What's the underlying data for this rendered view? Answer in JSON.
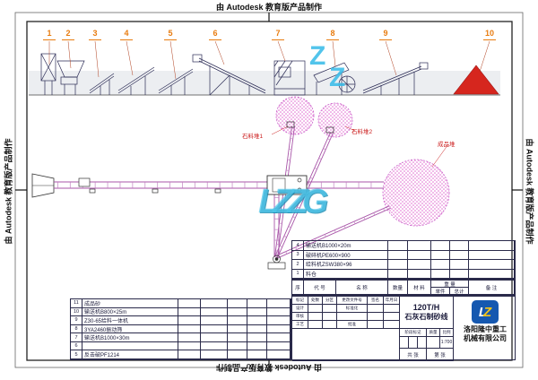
{
  "watermarks": {
    "autodesk": "由 Autodesk 教育版产品制作",
    "lzzg_center": "LZZG",
    "z_top_1": "Z",
    "z_top_2": "Z"
  },
  "callouts": {
    "numbers": [
      "1",
      "2",
      "3",
      "4",
      "5",
      "6",
      "7",
      "8",
      "9",
      "10"
    ]
  },
  "plan": {
    "pile1_label": "石料堆1",
    "pile2_label": "石料堆2",
    "product_pile_label": "成品堆"
  },
  "parts_upper": {
    "rows": [
      {
        "no": "4",
        "name": "输送机B1000×20m"
      },
      {
        "no": "3",
        "name": "破碎机PE600×900"
      },
      {
        "no": "2",
        "name": "给料机ZSW380×96"
      },
      {
        "no": "1",
        "name": "料仓"
      }
    ]
  },
  "parts_header": {
    "seq": "序",
    "code": "代 号",
    "name": "名 称",
    "qty": "数量",
    "material": "材 料",
    "weight": "重 量",
    "unit": "单件",
    "total": "总计",
    "remark": "备 注"
  },
  "parts_lower": {
    "rows": [
      {
        "no": "11",
        "name": "成品砂"
      },
      {
        "no": "10",
        "name": "输送机B800×25m"
      },
      {
        "no": "9",
        "name": "Z30-65给料一体机"
      },
      {
        "no": "8",
        "name": "3YA2460振动筛"
      },
      {
        "no": "7",
        "name": "输送机B1000×30m"
      },
      {
        "no": "6",
        "name": ""
      },
      {
        "no": "5",
        "name": "反击破PF1214"
      }
    ]
  },
  "title_block": {
    "title_line1": "120T/H",
    "title_line2": "石灰石制砂线",
    "mark": "标记",
    "count": "处数",
    "zone": "分区",
    "change_no": "更改文件号",
    "sign": "签名",
    "date": "年月日",
    "design": "设计",
    "check": "审核",
    "process": "工艺",
    "standard": "标准化",
    "approve": "批准",
    "stage": "阶段标记",
    "mass": "质量",
    "scale": "比例",
    "scale_value": "1:700",
    "total_sheets": "共 张",
    "sheet_no": "第 张"
  },
  "company": {
    "logo_l": "L",
    "logo_z": "Z",
    "name_line1": "洛阳隆中重工",
    "name_line2": "机械有限公司"
  },
  "colors": {
    "callout_orange": "#e87c10",
    "pile_pink": "#e06ad0",
    "watermark_cyan": "#35b9e6",
    "stockpile_red": "#d6261e",
    "logo_blue": "#1558b0",
    "logo_yellow": "#f5c518"
  }
}
